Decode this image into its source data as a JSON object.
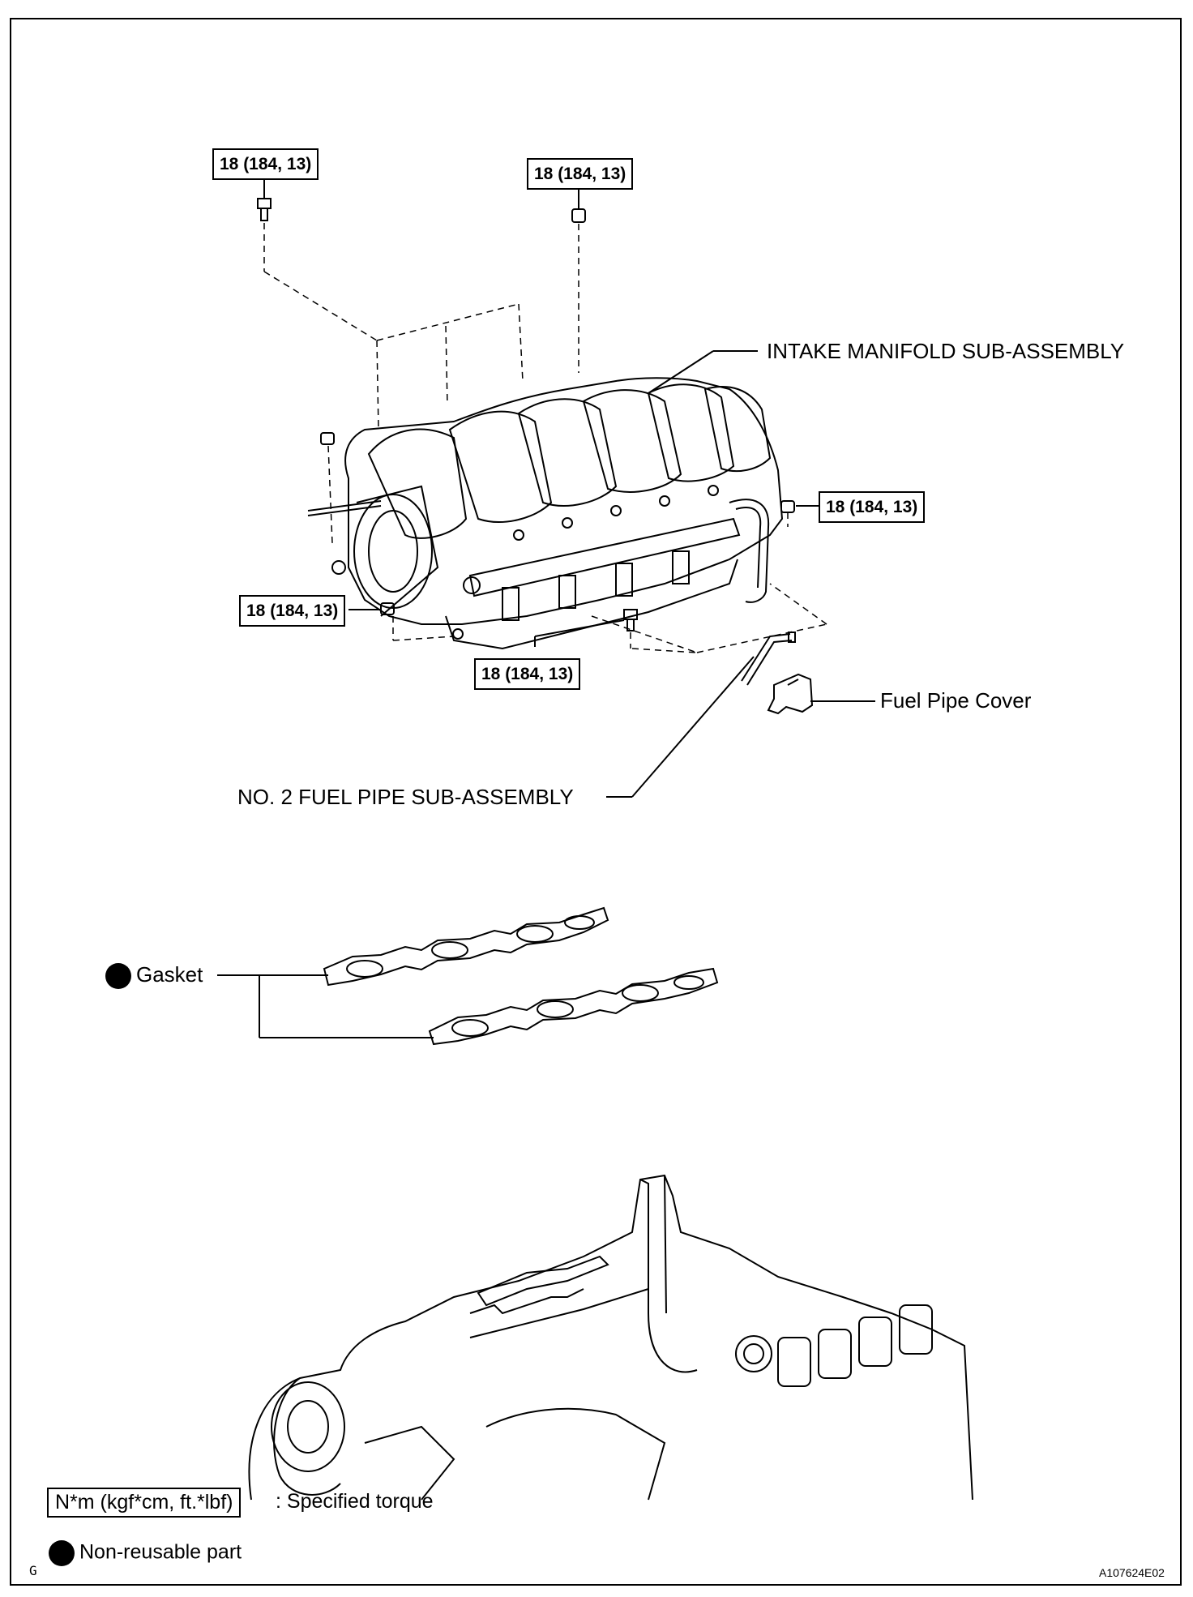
{
  "torque_labels": [
    "18 (184, 13)",
    "18 (184, 13)",
    "18 (184, 13)",
    "18 (184, 13)",
    "18 (184, 13)"
  ],
  "part_labels": {
    "intake_manifold": "INTAKE MANIFOLD SUB-ASSEMBLY",
    "fuel_pipe_cover": "Fuel Pipe Cover",
    "fuel_pipe": "NO. 2 FUEL PIPE SUB-ASSEMBLY",
    "gasket": "Gasket"
  },
  "legend": {
    "torque_box": "N*m (kgf*cm, ft.*lbf)",
    "torque_text": ": Specified torque",
    "nonreusable_text": "Non-reusable part"
  },
  "corner": {
    "left_mark": "G",
    "figure_code": "A107624E02"
  }
}
